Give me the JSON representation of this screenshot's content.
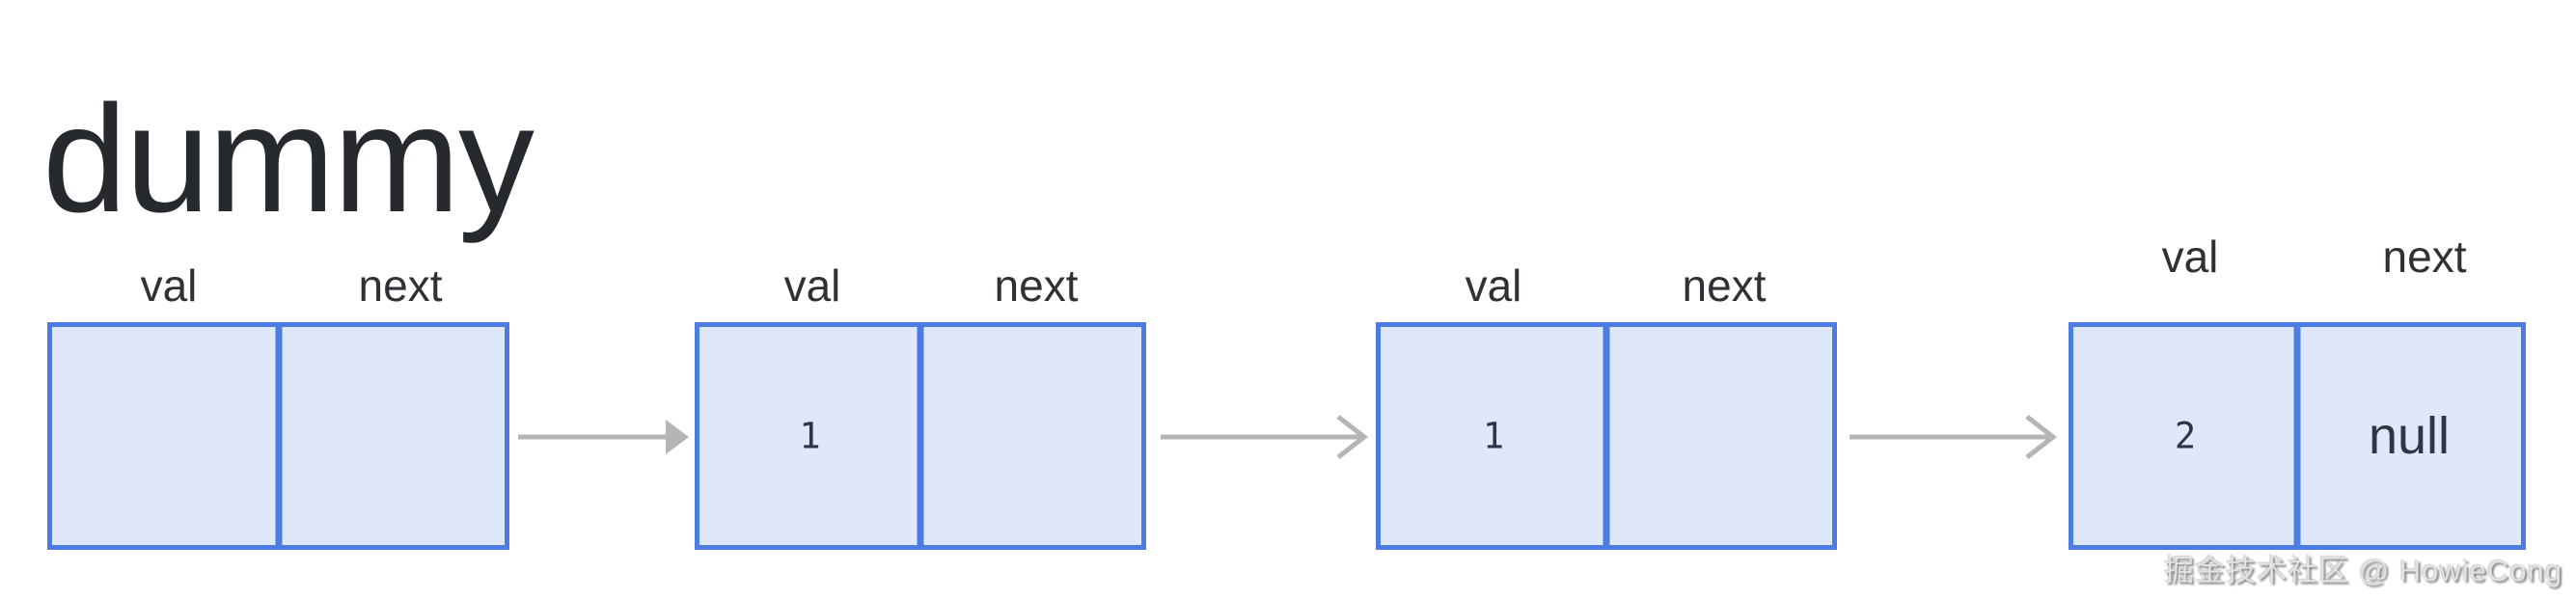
{
  "title": "dummy",
  "labels": {
    "val": "val",
    "next": "next"
  },
  "nodes": [
    {
      "val": "",
      "next": ""
    },
    {
      "val": "1",
      "next": ""
    },
    {
      "val": "1",
      "next": ""
    },
    {
      "val": "2",
      "next": "null"
    }
  ],
  "icons": {
    "link_pointer": "arrow-right-icon"
  },
  "watermark": "掘金技术社区 @ HowieCong",
  "colors": {
    "node_border": "#4c7ce2",
    "node_fill": "#dfe7fb",
    "arrow": "#b5b5b5",
    "title_text": "#26292e",
    "label_text": "#2e3236",
    "value_text": "#2d3642",
    "watermark_text": "#e2e2e2"
  }
}
